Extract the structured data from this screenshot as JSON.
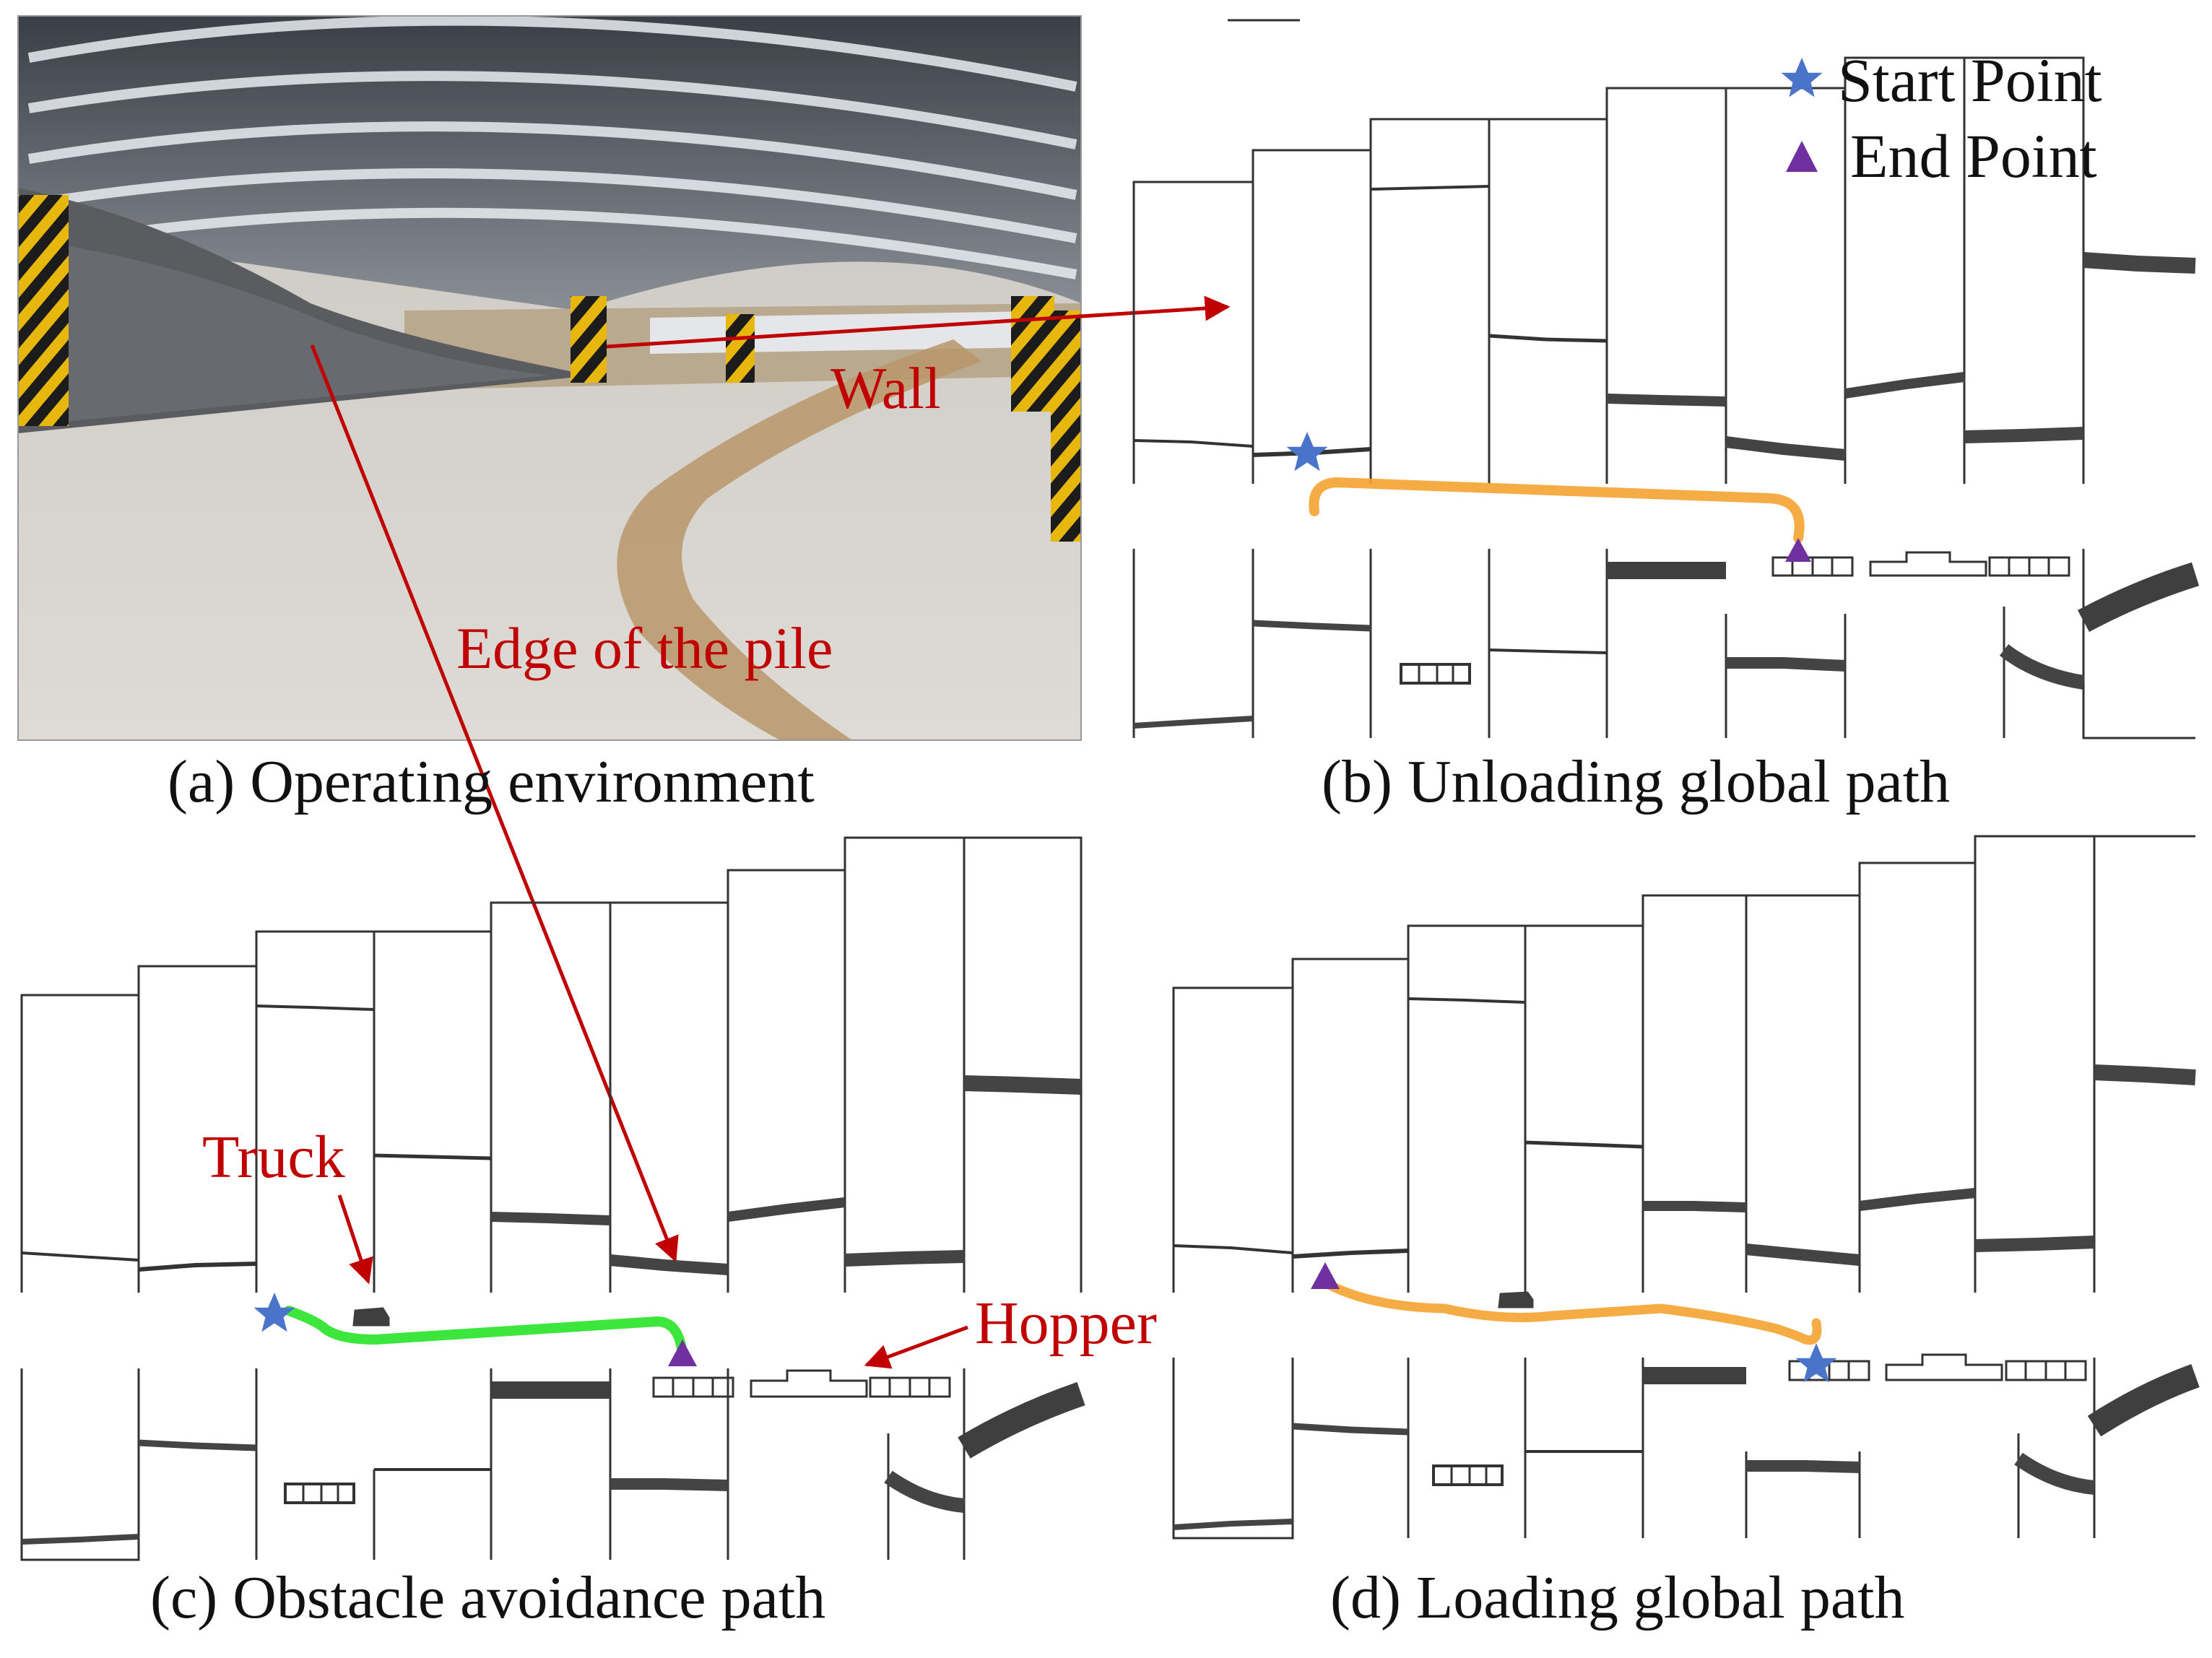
{
  "captions": {
    "a": "(a) Operating environment",
    "b": "(b) Unloading global path",
    "c": "(c) Obstacle avoidance path",
    "d": "(d) Loading global path"
  },
  "photo_labels": {
    "wall": "Wall",
    "pile_edge": "Edge of the pile"
  },
  "map_labels": {
    "truck": "Truck",
    "hopper": "Hopper"
  },
  "legend": {
    "start": {
      "label": "Start Point",
      "icon": "star-icon",
      "color": "#4a74c9"
    },
    "end": {
      "label": "End Point",
      "icon": "triangle-icon",
      "color": "#7030a0"
    }
  },
  "colors": {
    "annotation": "#c00000",
    "unloading_path": "#f5a331",
    "avoidance_path": "#3de63d",
    "loading_path": "#f5a331",
    "pile": "#3f3f3f"
  }
}
